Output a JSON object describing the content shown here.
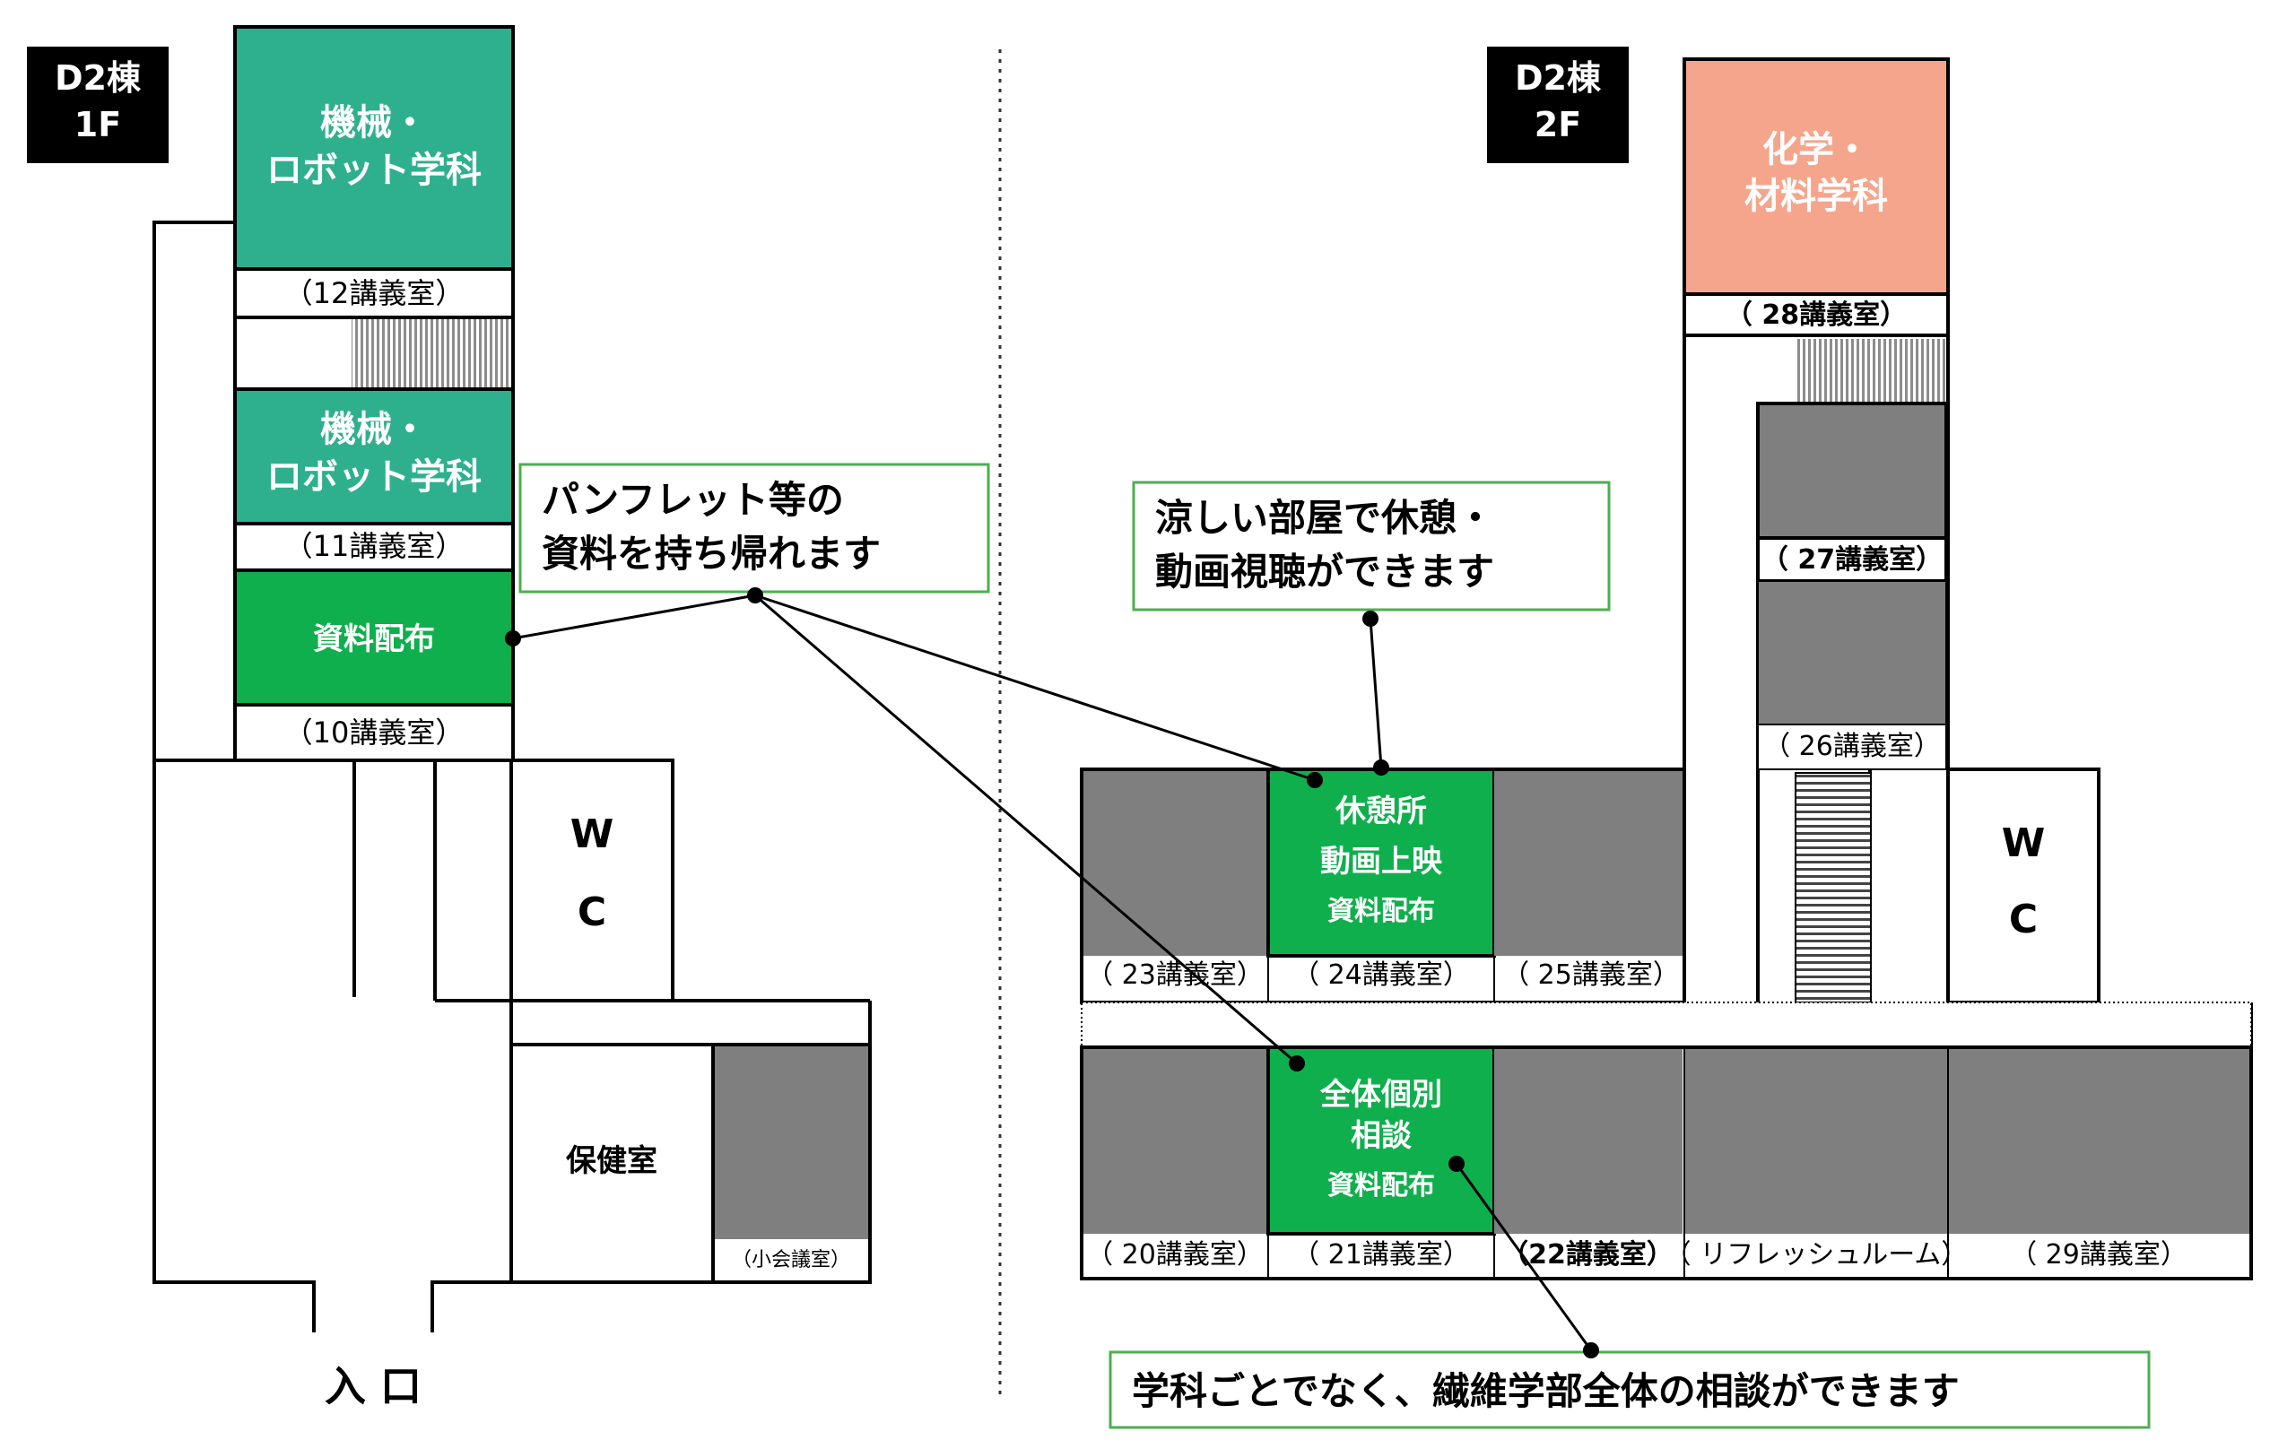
{
  "floor1": {
    "tag_line1": "D2棟",
    "tag_line2": "1F",
    "room12_line1": "機械・",
    "room12_line2": "ロボット学科",
    "room12_label": "（12講義室）",
    "room11_line1": "機械・",
    "room11_line2": "ロボット学科",
    "room11_label": "（11講義室）",
    "room10_main": "資料配布",
    "room10_label": "（10講義室）",
    "wc_line1": "W",
    "wc_line2": "C",
    "health_room": "保健室",
    "small_meeting_room": "（小会議室）",
    "entrance": "入 口"
  },
  "floor2": {
    "tag_line1": "D2棟",
    "tag_line2": "2F",
    "room28_line1": "化学・",
    "room28_line2": "材料学科",
    "room28_label": "（ 28講義室）",
    "room27_label": "（ 27講義室）",
    "room26_label": "（ 26講義室）",
    "room23_label": "（ 23講義室）",
    "room24_line1": "休憩所",
    "room24_line2": "動画上映",
    "room24_line3": "資料配布",
    "room24_label": "（ 24講義室）",
    "room25_label": "（ 25講義室）",
    "wc_line1": "W",
    "wc_line2": "C",
    "room20_label": "（ 20講義室）",
    "room21_line1": "全体個別",
    "room21_line2": "相談",
    "room21_line3": "資料配布",
    "room21_label": "（ 21講義室）",
    "room22_label": "（22講義室）",
    "refresh_label": "（ リフレッシュルーム）",
    "room29_label": "（ 29講義室）"
  },
  "callouts": {
    "pamphlet_line1": "パンフレット等の",
    "pamphlet_line2": "資料を持ち帰れます",
    "rest_line1": "涼しい部屋で休憩・",
    "rest_line2": "動画視聴ができます",
    "consult": "学科ごとでなく、繊維学部全体の相談ができます"
  },
  "colors": {
    "teal": "#2EB08E",
    "green": "#0FAF4D",
    "salmon": "#F5A58C",
    "gray": "#7F7F7F",
    "callout_border": "#4CAF50"
  }
}
